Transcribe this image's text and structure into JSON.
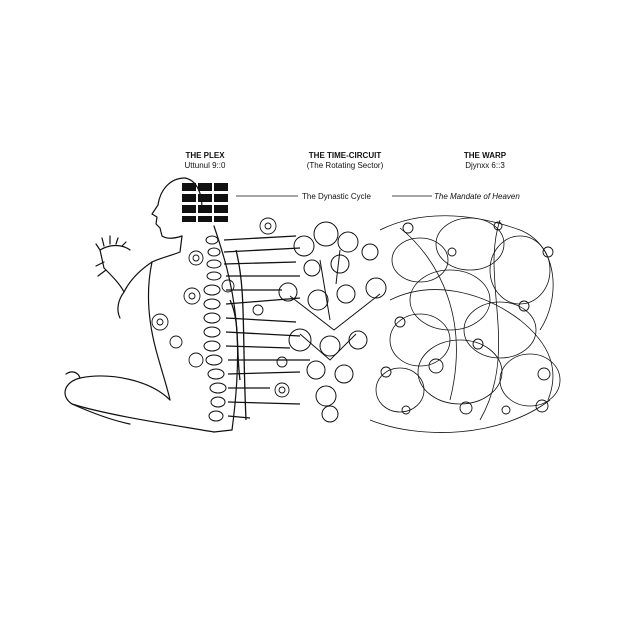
{
  "headers": {
    "plex": {
      "title": "THE PLEX",
      "sub": "Uttunul 9::0"
    },
    "time_circuit": {
      "title": "THE TIME-CIRCUIT",
      "sub": "(The Rotating Sector)"
    },
    "warp": {
      "title": "THE WARP",
      "sub": "Djynxx 6::3"
    }
  },
  "labels": {
    "dynastic_cycle": "The Dynastic Cycle",
    "mandate": "The Mandate of Heaven"
  },
  "colors": {
    "ink": "#111111",
    "background": "#ffffff"
  }
}
